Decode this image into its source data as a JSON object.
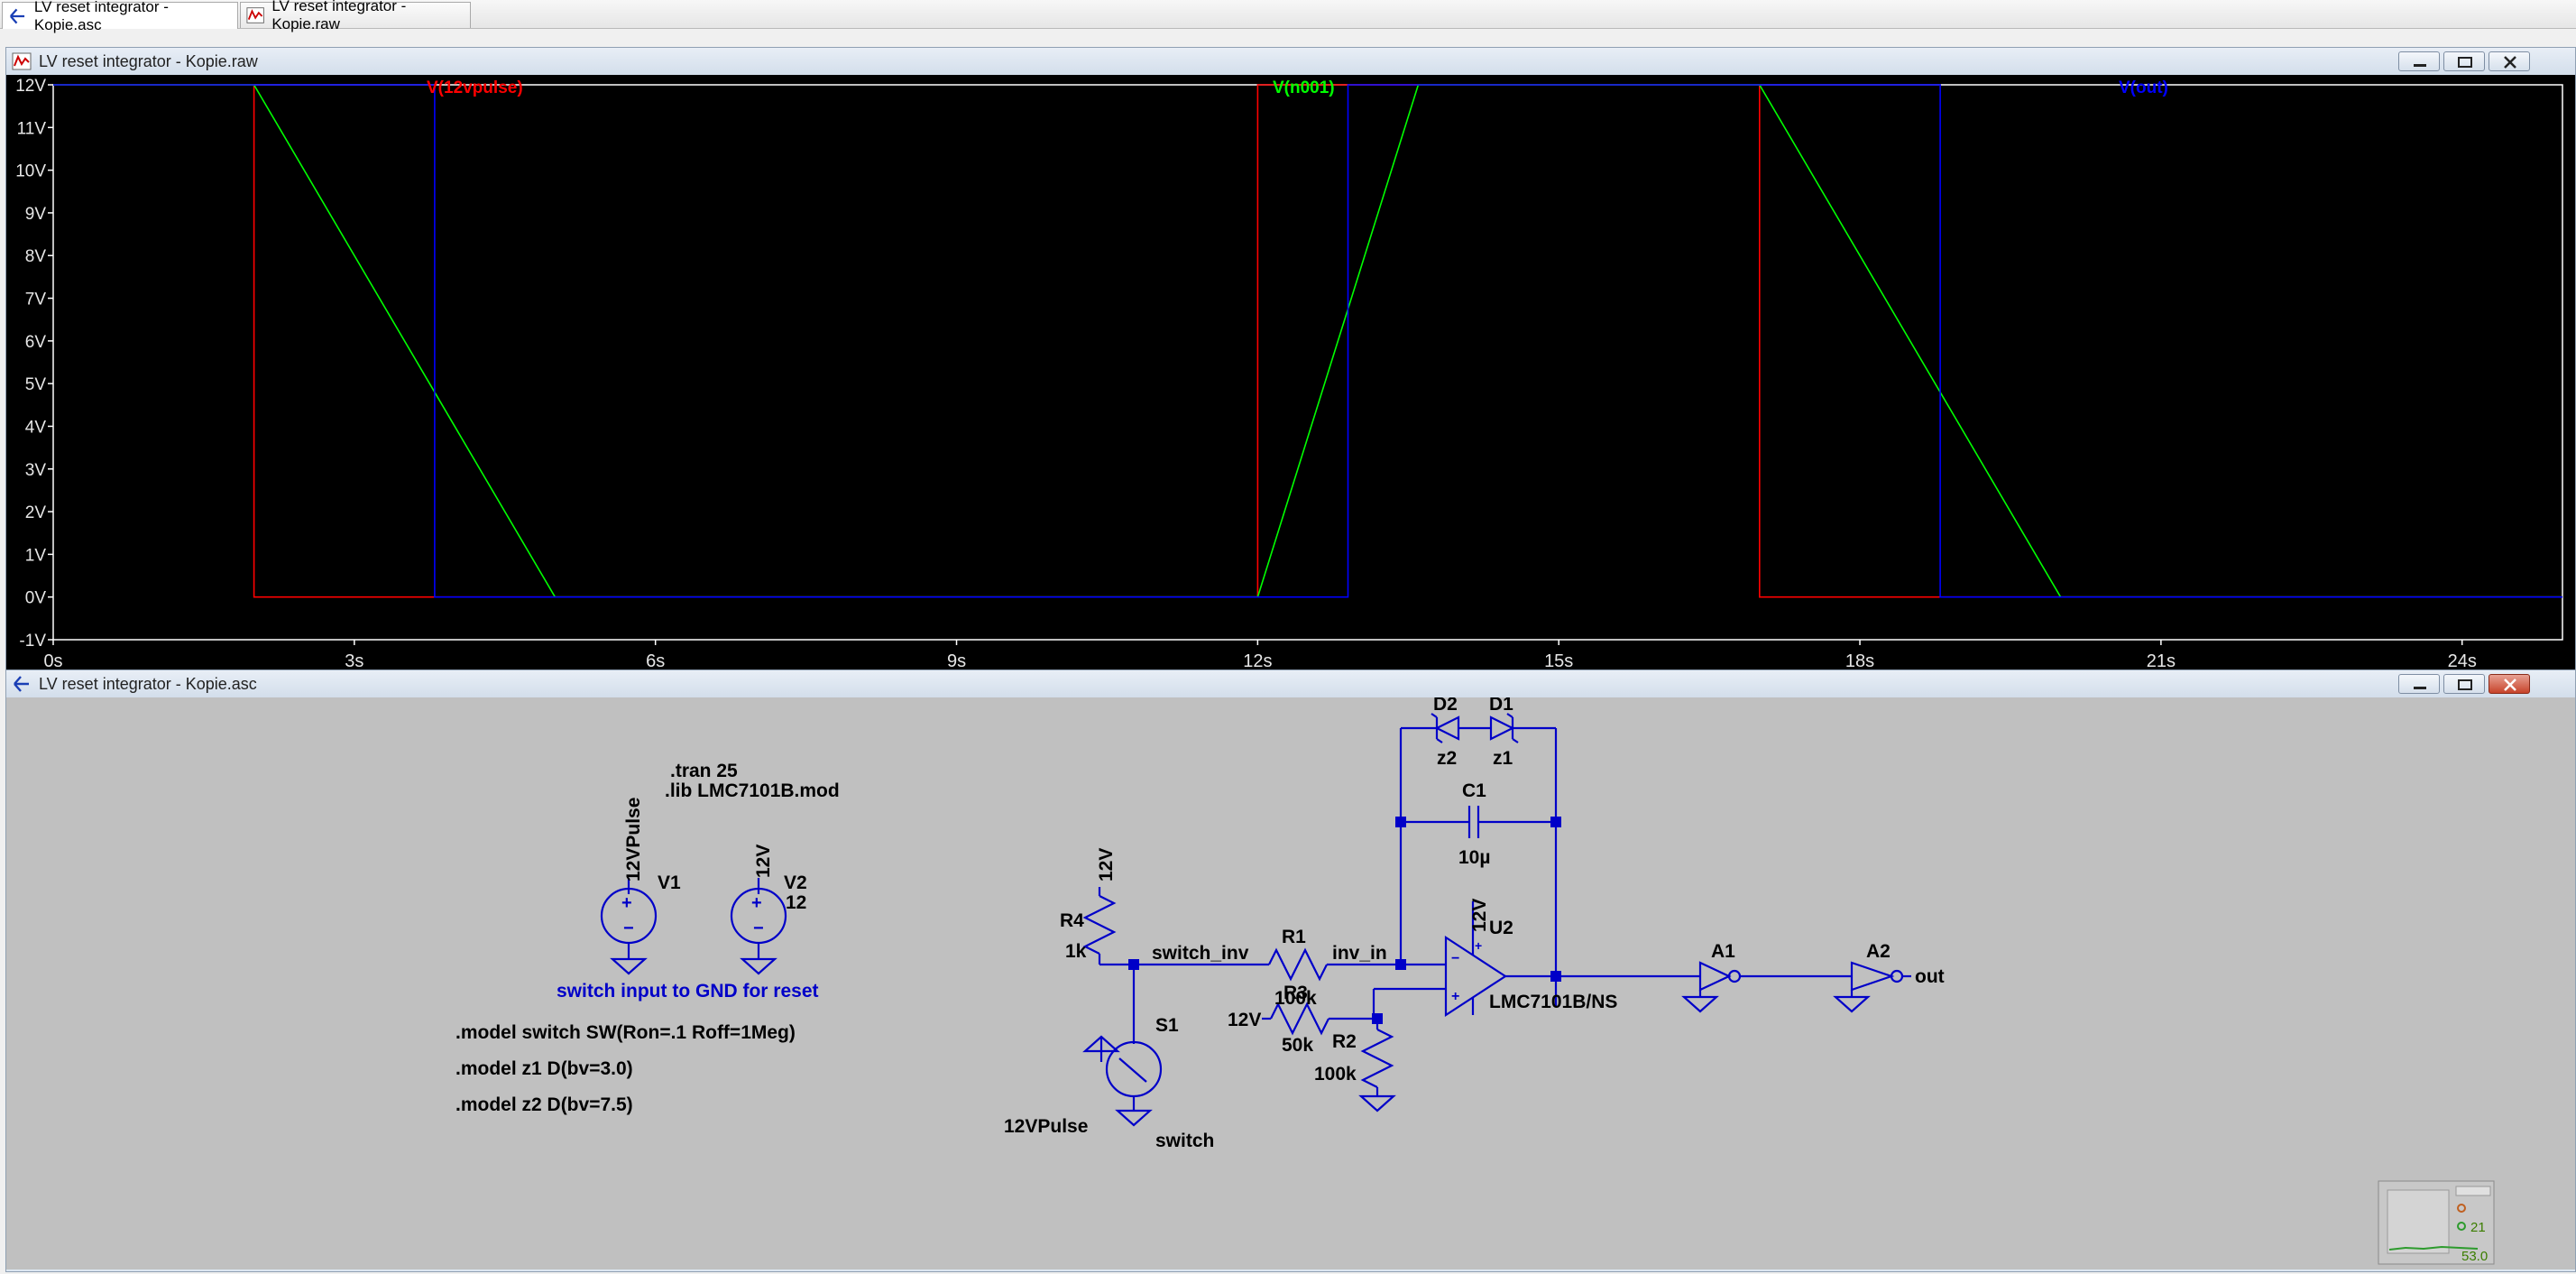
{
  "tabs": [
    {
      "label": "LV reset integrator - Kopie.asc",
      "icon": "schematic-icon",
      "active": true
    },
    {
      "label": "LV reset integrator - Kopie.raw",
      "icon": "waveform-icon",
      "active": false
    }
  ],
  "plot_window": {
    "title": "LV reset integrator - Kopie.raw",
    "icon": "waveform-icon",
    "traces": [
      {
        "label": "V(12vpulse)",
        "color": "#ff0000"
      },
      {
        "label": "V(n001)",
        "color": "#00ff00"
      },
      {
        "label": "V(out)",
        "color": "#0000ff"
      }
    ],
    "y_ticks": [
      "12V",
      "11V",
      "10V",
      "9V",
      "8V",
      "7V",
      "6V",
      "5V",
      "4V",
      "3V",
      "2V",
      "1V",
      "0V",
      "-1V"
    ],
    "x_ticks": [
      "0s",
      "3s",
      "6s",
      "9s",
      "12s",
      "15s",
      "18s",
      "21s",
      "24s"
    ]
  },
  "chart_data": {
    "type": "line",
    "xlabel": "",
    "ylabel": "",
    "xlim": [
      0,
      25
    ],
    "ylim": [
      -1,
      12
    ],
    "grid": false,
    "series": [
      {
        "name": "V(12vpulse)",
        "color": "#ff0000",
        "x": [
          0,
          2,
          2,
          12,
          12,
          17,
          17,
          25
        ],
        "y": [
          12,
          12,
          0,
          0,
          12,
          12,
          0,
          0
        ]
      },
      {
        "name": "V(n001)",
        "color": "#00ff00",
        "x": [
          0,
          2,
          5,
          12,
          13.6,
          17,
          20,
          25
        ],
        "y": [
          12,
          12,
          0,
          0,
          12,
          12,
          0,
          0
        ]
      },
      {
        "name": "V(out)",
        "color": "#0000ff",
        "x": [
          0,
          3.8,
          3.8,
          12.9,
          12.9,
          18.8,
          18.8,
          25
        ],
        "y": [
          12,
          12,
          0,
          0,
          12,
          12,
          0,
          0
        ]
      }
    ]
  },
  "schematic_window": {
    "title": "LV reset integrator - Kopie.asc",
    "icon": "schematic-icon",
    "directives": {
      "tran": ".tran 25",
      "lib": ".lib LMC7101B.mod"
    },
    "comment": "switch input to GND for reset",
    "models": [
      ".model switch SW(Ron=.1 Roff=1Meg)",
      ".model z1 D(bv=3.0)",
      ".model z2 D(bv=7.5)"
    ],
    "components": {
      "v1_name": "V1",
      "v1_net": "12VPulse",
      "v2_name": "V2",
      "v2_net": "12V",
      "v2_value": "12",
      "r4_name": "R4",
      "r4_value": "1k",
      "r4_net": "12V",
      "r1_name": "R1",
      "r1_value": "100k",
      "r3_name": "R3",
      "r3_value": "50k",
      "r3_net": "12V",
      "r2_name": "R2",
      "r2_value": "100k",
      "c1_name": "C1",
      "c1_value": "10µ",
      "d1_name": "D1",
      "d1_model": "z1",
      "d2_name": "D2",
      "d2_model": "z2",
      "u2_name": "U2",
      "u2_model": "LMC7101B/NS",
      "u2_net": "12V",
      "s1_name": "S1",
      "s1_model": "switch",
      "s1_net": "12VPulse",
      "a1_name": "A1",
      "a2_name": "A2"
    },
    "nets": {
      "switch_inv": "switch_inv",
      "inv_in": "inv_in",
      "out": "out"
    },
    "widget": {
      "value1": "21",
      "value2": "53.0"
    }
  }
}
